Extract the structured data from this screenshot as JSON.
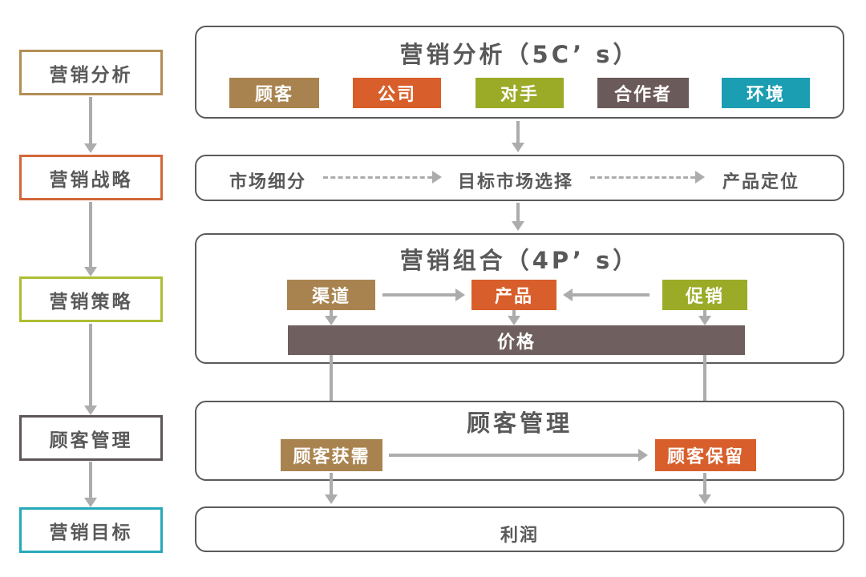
{
  "colors": {
    "text": "#595959",
    "arrow": "#ACACAC",
    "panel_border": "#5B5B5B",
    "chip_brown": "#A9834F",
    "chip_orange": "#D85F2B",
    "chip_green": "#9BAB28",
    "chip_mauve": "#6B5A5A",
    "chip_teal": "#1B9EB1",
    "price_bar": "#6F5F5F",
    "sidebar_borders": [
      "#B28E55",
      "#D2673B",
      "#AEBE33",
      "#5E5656",
      "#27A9B9"
    ]
  },
  "sidebar": {
    "items": [
      {
        "label": "营销分析",
        "border_color": "#B28E55"
      },
      {
        "label": "营销战略",
        "border_color": "#D2673B"
      },
      {
        "label": "营销策略",
        "border_color": "#AEBE33"
      },
      {
        "label": "顾客管理",
        "border_color": "#5E5656"
      },
      {
        "label": "营销目标",
        "border_color": "#27A9B9"
      }
    ]
  },
  "panels": {
    "analysis": {
      "title": "营销分析（5C’ s）",
      "chips": [
        {
          "label": "顾客",
          "color": "#A9834F"
        },
        {
          "label": "公司",
          "color": "#D85F2B"
        },
        {
          "label": "对手",
          "color": "#9BAB28"
        },
        {
          "label": "合作者",
          "color": "#6B5A5A"
        },
        {
          "label": "环境",
          "color": "#1B9EB1"
        }
      ]
    },
    "strategy": {
      "steps": [
        "市场细分",
        "目标市场选择",
        "产品定位"
      ]
    },
    "mix": {
      "title": "营销组合（4P’ s）",
      "chips": [
        {
          "label": "渠道",
          "color": "#A9834F"
        },
        {
          "label": "产品",
          "color": "#D85F2B"
        },
        {
          "label": "促销",
          "color": "#9BAB28"
        }
      ],
      "price_label": "价格"
    },
    "customer": {
      "title": "顾客管理",
      "chips": [
        {
          "label": "顾客获需",
          "color": "#A9834F"
        },
        {
          "label": "顾客保留",
          "color": "#D85F2B"
        }
      ]
    },
    "goal": {
      "label": "利润"
    }
  }
}
